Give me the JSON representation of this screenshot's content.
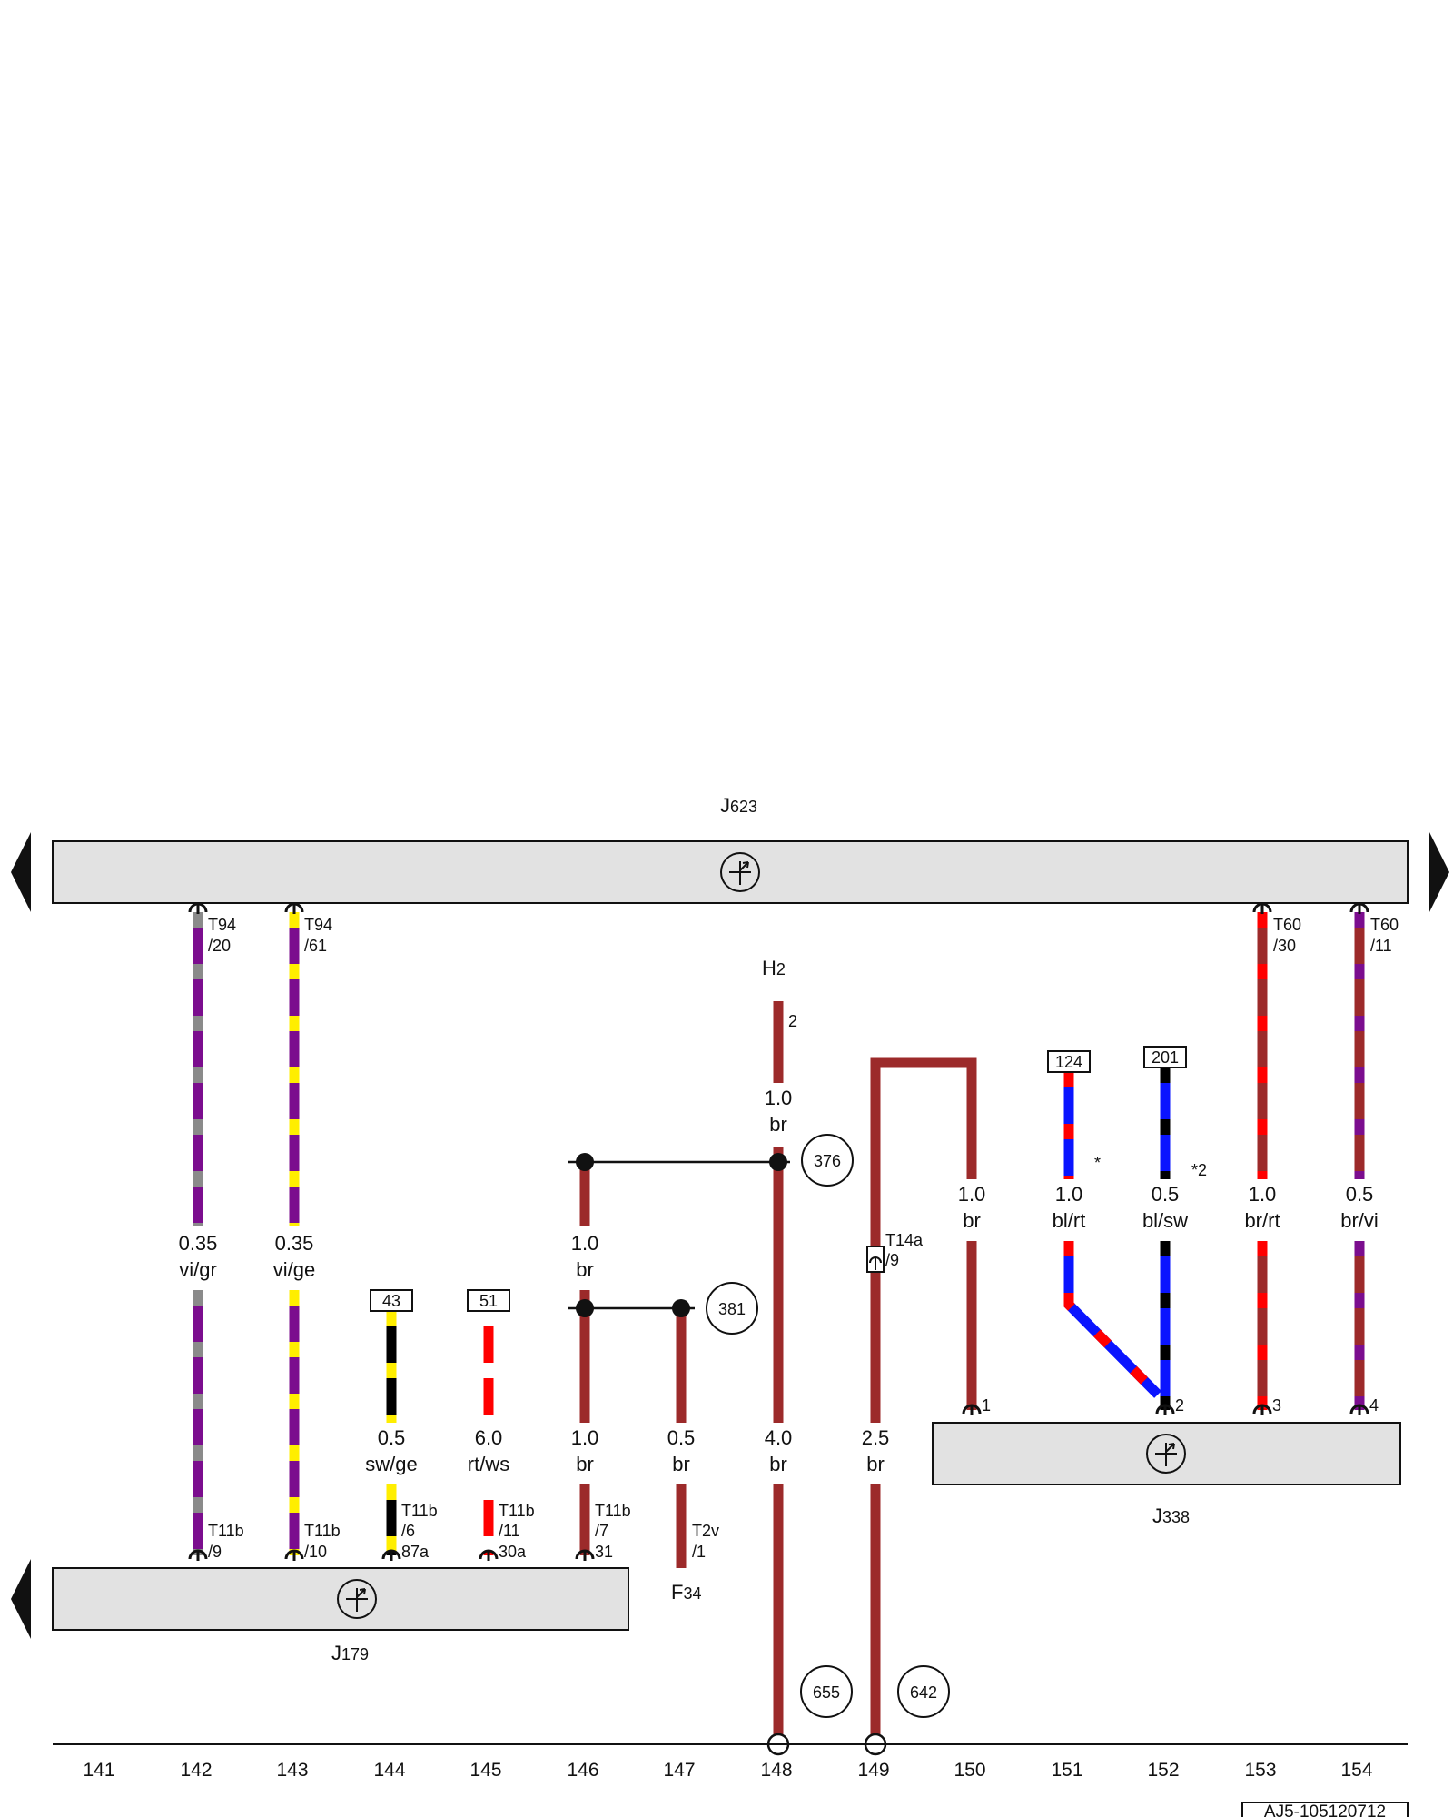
{
  "components": {
    "j623": {
      "code": "J",
      "sub": "623"
    },
    "j179": {
      "code": "J",
      "sub": "179"
    },
    "j338": {
      "code": "J",
      "sub": "338"
    },
    "h2": {
      "code": "H",
      "sub": "2",
      "pin": "2"
    },
    "f34": {
      "code": "F",
      "sub": "34"
    }
  },
  "connectors": {
    "t94_20": {
      "name": "T94",
      "pin": "/20"
    },
    "t94_61": {
      "name": "T94",
      "pin": "/61"
    },
    "t60_30": {
      "name": "T60",
      "pin": "/30"
    },
    "t60_11": {
      "name": "T60",
      "pin": "/11"
    },
    "t11b_9": {
      "name": "T11b",
      "pin": "/9"
    },
    "t11b_10": {
      "name": "T11b",
      "pin": "/10"
    },
    "t11b_6": {
      "name": "T11b",
      "pin": "/6",
      "extra": "87a"
    },
    "t11b_11": {
      "name": "T11b",
      "pin": "/11",
      "extra": "30a"
    },
    "t11b_7": {
      "name": "T11b",
      "pin": "/7",
      "extra": "31"
    },
    "t2v_1": {
      "name": "T2v",
      "pin": "/1"
    },
    "t14a_9": {
      "name": "T14a",
      "pin": "/9"
    },
    "j338_pins": [
      "1",
      "2",
      "3",
      "4"
    ]
  },
  "wires": {
    "w142": {
      "size": "0.35",
      "color": "vi/gr"
    },
    "w143": {
      "size": "0.35",
      "color": "vi/ge"
    },
    "w144": {
      "size": "0.5",
      "color": "sw/ge",
      "ref": "43"
    },
    "w145": {
      "size": "6.0",
      "color": "rt/ws",
      "ref": "51"
    },
    "w146a": {
      "size": "1.0",
      "color": "br"
    },
    "w146b": {
      "size": "1.0",
      "color": "br"
    },
    "w147": {
      "size": "0.5",
      "color": "br"
    },
    "w148a": {
      "size": "1.0",
      "color": "br"
    },
    "w148b": {
      "size": "4.0",
      "color": "br"
    },
    "w149": {
      "size": "2.5",
      "color": "br"
    },
    "w150": {
      "size": "1.0",
      "color": "br"
    },
    "w151": {
      "size": "1.0",
      "color": "bl/rt",
      "ref": "124",
      "note": "*"
    },
    "w152": {
      "size": "0.5",
      "color": "bl/sw",
      "ref": "201",
      "note": "*2"
    },
    "w153": {
      "size": "1.0",
      "color": "br/rt"
    },
    "w154": {
      "size": "0.5",
      "color": "br/vi"
    }
  },
  "refs": {
    "r376": "376",
    "r381": "381",
    "r655": "655",
    "r642": "642"
  },
  "tracks": [
    "141",
    "142",
    "143",
    "144",
    "145",
    "146",
    "147",
    "148",
    "149",
    "150",
    "151",
    "152",
    "153",
    "154"
  ],
  "diagram_id": "AJ5-105120712",
  "colors": {
    "br": "#9c2a2a",
    "vi": "#7b0d8e",
    "gr": "#8a8a8a",
    "ge": "#ffee00",
    "sw": "#000000",
    "rt": "#ff0000",
    "ws": "#ffffff",
    "bl": "#0a14ff",
    "box_fill": "#e2e2e2"
  }
}
